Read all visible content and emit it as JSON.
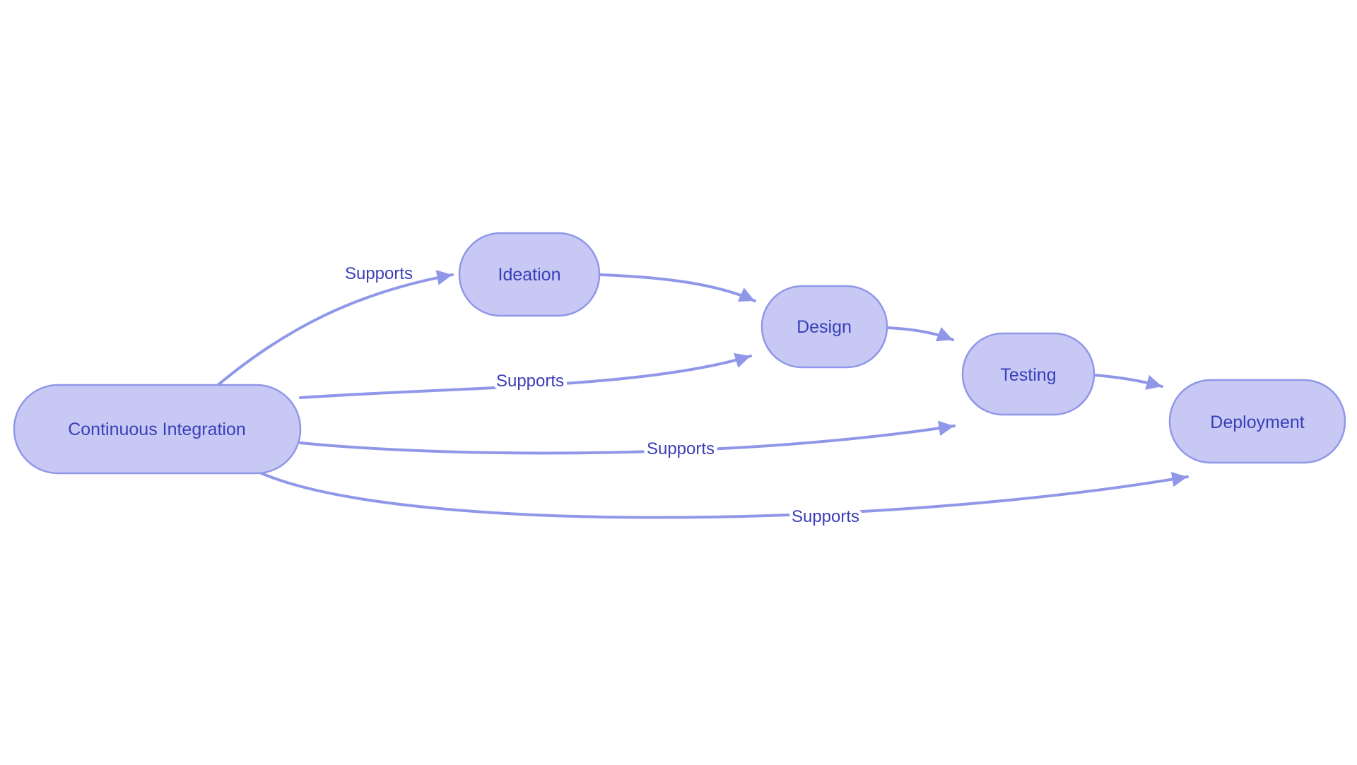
{
  "diagram": {
    "type": "flowchart",
    "direction": "left-to-right",
    "colors": {
      "background": "#ffffff",
      "node_fill": "#c7c9f4",
      "node_border": "#9097e8",
      "edge_line": "#9097e8",
      "text": "#3a3eb8"
    },
    "nodes": [
      {
        "id": "continuous-integration",
        "label": "Continuous Integration"
      },
      {
        "id": "ideation",
        "label": "Ideation"
      },
      {
        "id": "design",
        "label": "Design"
      },
      {
        "id": "testing",
        "label": "Testing"
      },
      {
        "id": "deployment",
        "label": "Deployment"
      }
    ],
    "edges": [
      {
        "from": "Continuous Integration",
        "to": "Ideation",
        "label": "Supports"
      },
      {
        "from": "Continuous Integration",
        "to": "Design",
        "label": "Supports"
      },
      {
        "from": "Continuous Integration",
        "to": "Testing",
        "label": "Supports"
      },
      {
        "from": "Continuous Integration",
        "to": "Deployment",
        "label": "Supports"
      },
      {
        "from": "Ideation",
        "to": "Design",
        "label": ""
      },
      {
        "from": "Design",
        "to": "Testing",
        "label": ""
      },
      {
        "from": "Testing",
        "to": "Deployment",
        "label": ""
      }
    ]
  }
}
